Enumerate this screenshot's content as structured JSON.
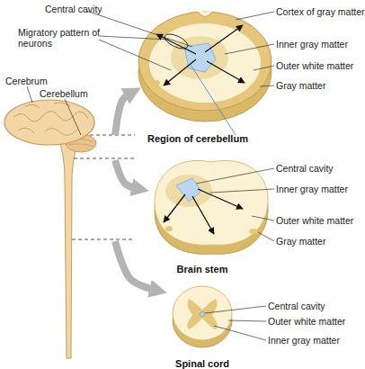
{
  "diagram": {
    "nodes": [
      {
        "text": [
          "Cerebrum",
          "Cerebellum"
        ]
      },
      {
        "text": [
          "Region of cerebellum"
        ]
      },
      {
        "text": [
          "Brain stem"
        ]
      },
      {
        "text": [
          "Spinal cord"
        ]
      }
    ],
    "edges": [
      {
        "from": 0,
        "to": 1,
        "arrow": "to"
      },
      {
        "from": 0,
        "to": 2,
        "arrow": "to"
      },
      {
        "from": 0,
        "to": 3,
        "arrow": "to"
      }
    ],
    "labels": [
      "Central cavity",
      "Migratory pattern of neurons",
      "Cortex of gray matter",
      "Inner gray matter",
      "Outer white matter",
      "Gray matter",
      "Central cavity",
      "Inner gray matter",
      "Outer white matter",
      "Gray matter",
      "Central cavity",
      "Outer white matter",
      "Inner gray matter"
    ]
  }
}
